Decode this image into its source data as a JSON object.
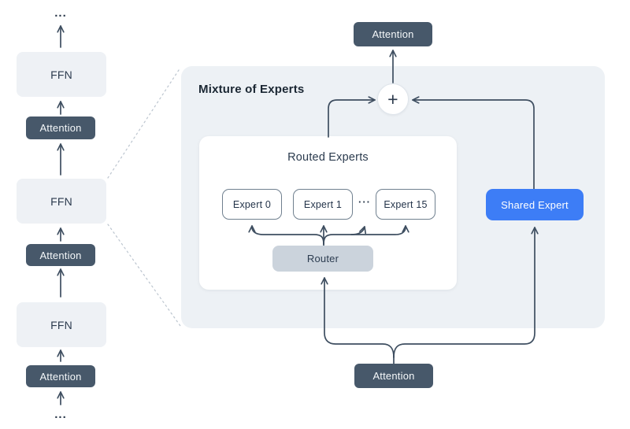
{
  "diagram": {
    "left_stack": {
      "ellipsis_top": "...",
      "ellipsis_bottom": "...",
      "blocks": [
        {
          "label": "FFN"
        },
        {
          "label": "Attention"
        },
        {
          "label": "FFN"
        },
        {
          "label": "Attention"
        },
        {
          "label": "FFN"
        },
        {
          "label": "Attention"
        }
      ]
    },
    "moe_panel": {
      "title": "Mixture of Experts",
      "plus_label": "+",
      "routed_experts": {
        "title": "Routed Experts",
        "experts": [
          {
            "label": "Expert 0"
          },
          {
            "label": "Expert 1"
          },
          {
            "label": "Expert 15"
          }
        ],
        "ellipsis": "···",
        "router_label": "Router"
      },
      "shared_expert_label": "Shared Expert"
    },
    "attention_top_label": "Attention",
    "attention_bottom_label": "Attention"
  },
  "colors": {
    "panel-bg": "#edf1f5",
    "block-light-bg": "#eef1f5",
    "block-dark-bg": "#47586a",
    "accent-blue": "#3d7df6",
    "router-bg": "#cbd3dc",
    "line": "#3e4e60",
    "dotted-line": "#bcc5cf",
    "text-dark": "#2c3b4e",
    "text-light": "#f5f8fa",
    "expert-border": "#70808f"
  }
}
